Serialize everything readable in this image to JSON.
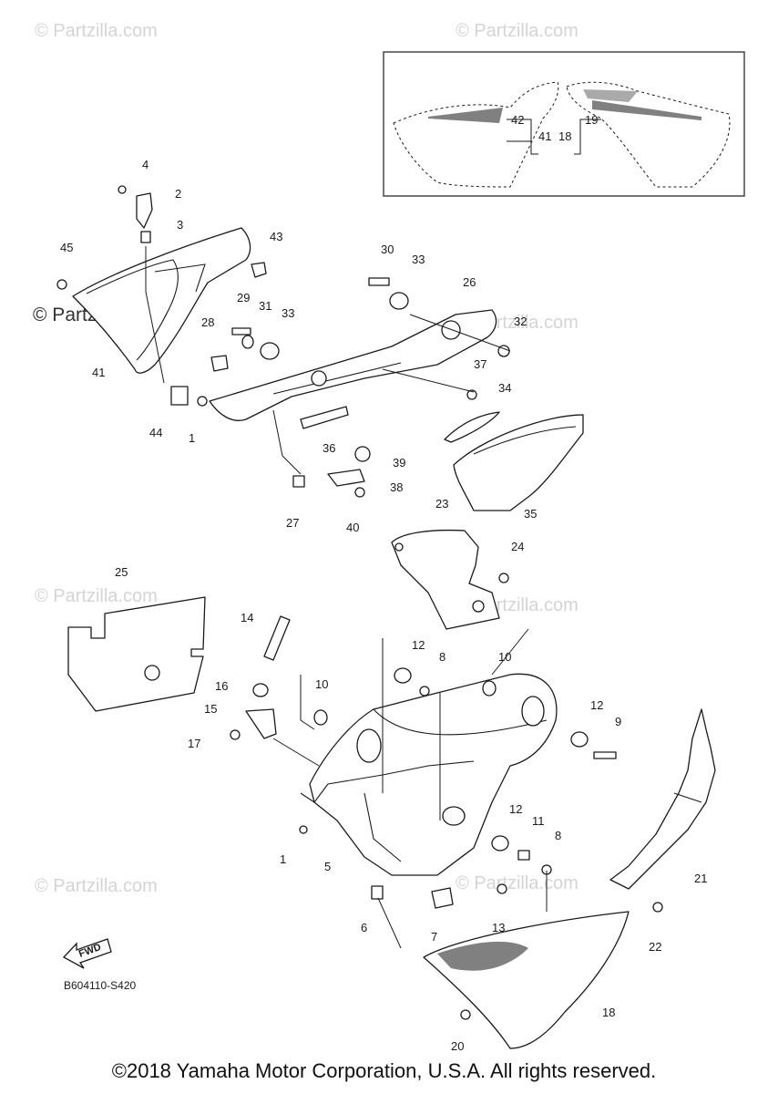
{
  "watermark": "© Partzilla.com",
  "diagram_code": "B604110-S420",
  "fwd_label": "FWD",
  "copyright": "©2018 Yamaha Motor Corporation, U.S.A. All rights reserved.",
  "inset_callouts": [
    "42",
    "41",
    "18",
    "19"
  ],
  "callouts": [
    "1",
    "2",
    "3",
    "4",
    "5",
    "6",
    "7",
    "8",
    "9",
    "10",
    "11",
    "12",
    "13",
    "14",
    "15",
    "16",
    "17",
    "18",
    "19",
    "20",
    "21",
    "22",
    "23",
    "24",
    "25",
    "26",
    "27",
    "28",
    "29",
    "30",
    "31",
    "32",
    "33",
    "34",
    "35",
    "36",
    "37",
    "38",
    "39",
    "40",
    "41",
    "42",
    "43",
    "44",
    "45"
  ]
}
